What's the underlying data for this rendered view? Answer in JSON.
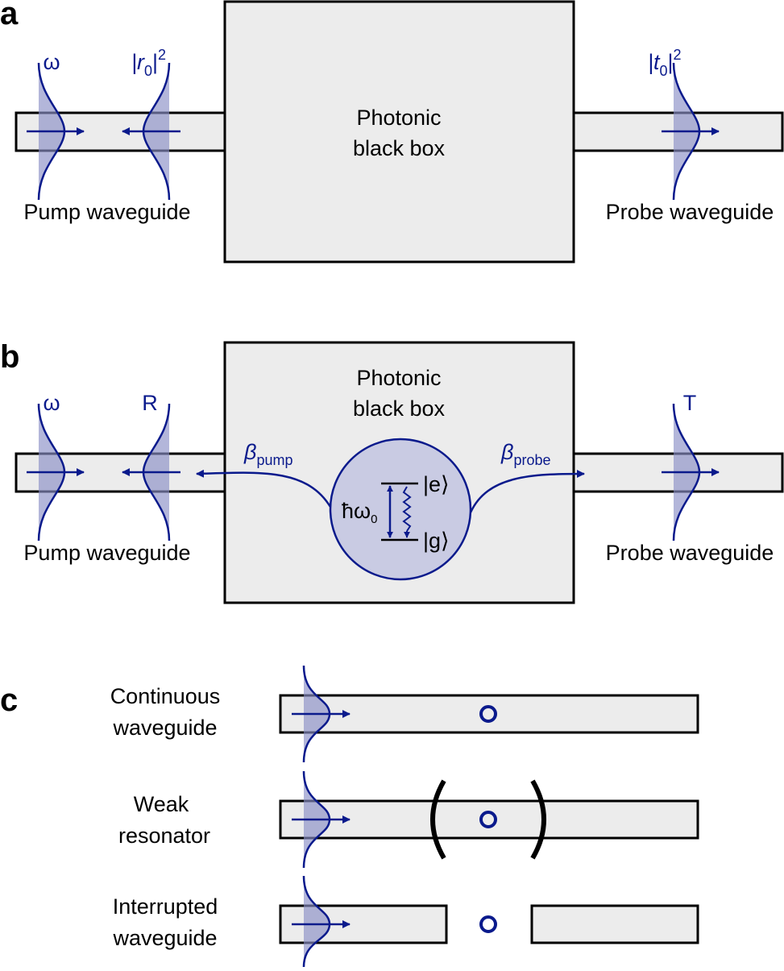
{
  "panels": {
    "a": {
      "letter": "a",
      "box_line1": "Photonic",
      "box_line2": "black box",
      "pump_label": "Pump waveguide",
      "probe_label": "Probe waveguide",
      "omega": "ω",
      "reflect_base": "|r",
      "reflect_sub": "0",
      "reflect_tail": "|",
      "reflect_sup": "2",
      "transmit_base": "|t",
      "transmit_sub": "0",
      "transmit_tail": "|",
      "transmit_sup": "2"
    },
    "b": {
      "letter": "b",
      "box_line1": "Photonic",
      "box_line2": "black box",
      "pump_label": "Pump waveguide",
      "probe_label": "Probe waveguide",
      "omega": "ω",
      "reflect": "R",
      "transmit": "T",
      "beta": "β",
      "beta_pump_sub": "pump",
      "beta_probe_sub": "probe",
      "excited": "|e⟩",
      "ground": "|g⟩",
      "energy_base": "ħω",
      "energy_sub": "0"
    },
    "c": {
      "letter": "c",
      "rows": [
        {
          "line1": "Continuous",
          "line2": "waveguide"
        },
        {
          "line1": "Weak",
          "line2": "resonator"
        },
        {
          "line1": "Interrupted",
          "line2": "waveguide"
        }
      ]
    }
  },
  "colors": {
    "accent": "#0a1a8c",
    "pulse_fill": "#8a8fc6",
    "box_fill": "#ececec",
    "atom_fill": "#c9cbe3"
  }
}
